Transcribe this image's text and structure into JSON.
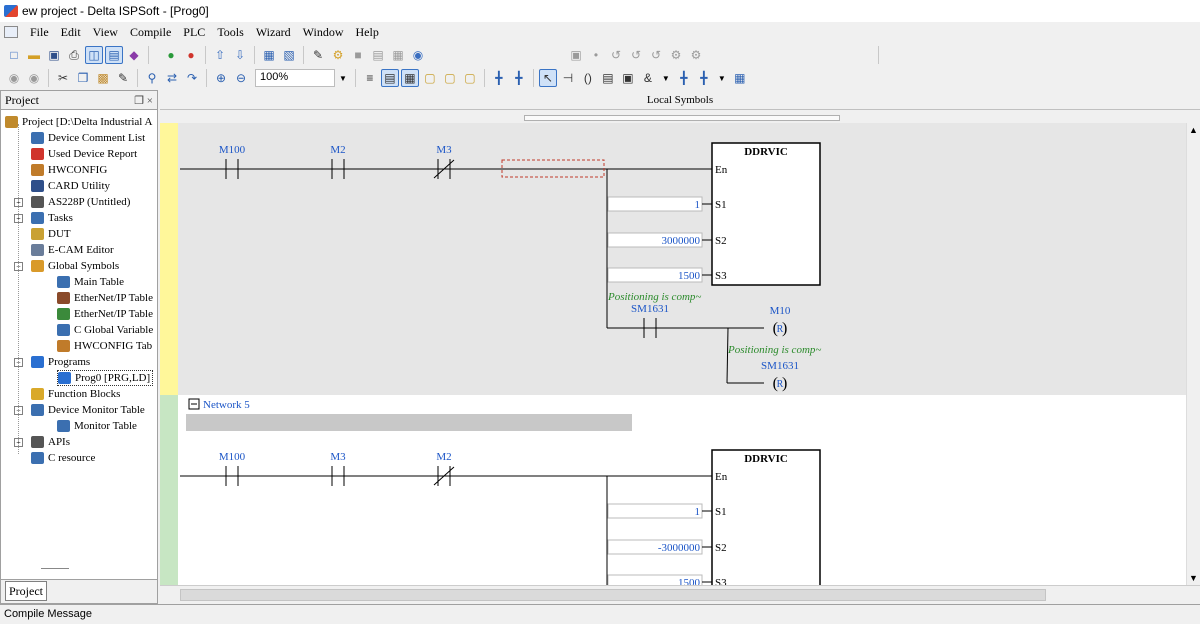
{
  "window": {
    "title": "ew project - Delta ISPSoft - [Prog0]"
  },
  "menu": [
    "File",
    "Edit",
    "View",
    "Compile",
    "PLC",
    "Tools",
    "Wizard",
    "Window",
    "Help"
  ],
  "toolbar": {
    "zoom": "100%"
  },
  "project_panel": {
    "title": "Project",
    "pin": "❐",
    "close": "×",
    "tab": "Project",
    "items": [
      {
        "label": "Project [D:\\Delta Industrial A",
        "icon": "project-icon",
        "color": "#c08a2c"
      },
      {
        "label": "Device Comment List",
        "icon": "comment-list-icon",
        "color": "#3b6fb0"
      },
      {
        "label": "Used Device Report",
        "icon": "report-icon",
        "color": "#d0342c"
      },
      {
        "label": "HWCONFIG",
        "icon": "hwconfig-icon",
        "color": "#c07b2a"
      },
      {
        "label": "CARD Utility",
        "icon": "card-icon",
        "color": "#2f4f8a"
      },
      {
        "label": "AS228P  (Untitled)",
        "icon": "plc-icon",
        "color": "#555555"
      },
      {
        "label": "Tasks",
        "icon": "tasks-icon",
        "color": "#3b6fb0"
      },
      {
        "label": "DUT",
        "icon": "dut-icon",
        "color": "#c9a133"
      },
      {
        "label": "E-CAM Editor",
        "icon": "ecam-icon",
        "color": "#6a7d9a"
      },
      {
        "label": "Global Symbols",
        "icon": "global-symbols-icon",
        "color": "#d99a2a"
      },
      {
        "label": "Main Table",
        "icon": "table-icon",
        "color": "#3b6fb0"
      },
      {
        "label": "EtherNet/IP Table",
        "icon": "table-icon",
        "color": "#8a4a2a"
      },
      {
        "label": "EtherNet/IP Table",
        "icon": "table-icon",
        "color": "#3b8a3b"
      },
      {
        "label": "C Global Variable",
        "icon": "table-icon",
        "color": "#3b6fb0"
      },
      {
        "label": "HWCONFIG Tab",
        "icon": "table-icon",
        "color": "#c07b2a"
      },
      {
        "label": "Programs",
        "icon": "programs-icon",
        "color": "#2a6fd1"
      },
      {
        "label": "Prog0 [PRG,LD]",
        "icon": "ld-program-icon",
        "color": "#2a6fd1"
      },
      {
        "label": "Function Blocks",
        "icon": "function-blocks-icon",
        "color": "#d9a92a"
      },
      {
        "label": "Device Monitor Table",
        "icon": "monitor-icon",
        "color": "#3b6fb0"
      },
      {
        "label": "Monitor Table",
        "icon": "monitor-table-icon",
        "color": "#3b6fb0"
      },
      {
        "label": "APIs",
        "icon": "apis-icon",
        "color": "#555555"
      },
      {
        "label": "C resource",
        "icon": "c-resource-icon",
        "color": "#3b6fb0"
      }
    ]
  },
  "editor": {
    "header": "Local Symbols",
    "upper_network": {
      "contacts": [
        {
          "label": "M100",
          "type": "NO"
        },
        {
          "label": "M2",
          "type": "NO"
        },
        {
          "label": "M3",
          "type": "NC"
        }
      ],
      "block": {
        "name": "DDRVIC",
        "pins": [
          "En",
          "S1",
          "S2",
          "S3"
        ],
        "inputs": [
          "1",
          "3000000",
          "1500"
        ]
      },
      "comment1": "Positioning is comp~",
      "contact_sm": "SM1631",
      "coil1": "M10",
      "coil_symbol": "R",
      "comment2": "Positioning is comp~",
      "coil2": "SM1631"
    },
    "network5": {
      "title": "Network 5",
      "contacts": [
        {
          "label": "M100",
          "type": "NO"
        },
        {
          "label": "M3",
          "type": "NO"
        },
        {
          "label": "M2",
          "type": "NC"
        }
      ],
      "block": {
        "name": "DDRVIC",
        "pins": [
          "En",
          "S1",
          "S2",
          "S3"
        ],
        "inputs": [
          "1",
          "-3000000",
          "1500"
        ]
      }
    },
    "colors": {
      "selected_rung_bg": "#e6e6e6",
      "rail_upper": "#fff79a",
      "rail_lower": "#c7e6c3",
      "label_blue": "#1b55c7",
      "comment_green": "#2a8a2a"
    }
  },
  "status": {
    "text": "Compile Message"
  }
}
